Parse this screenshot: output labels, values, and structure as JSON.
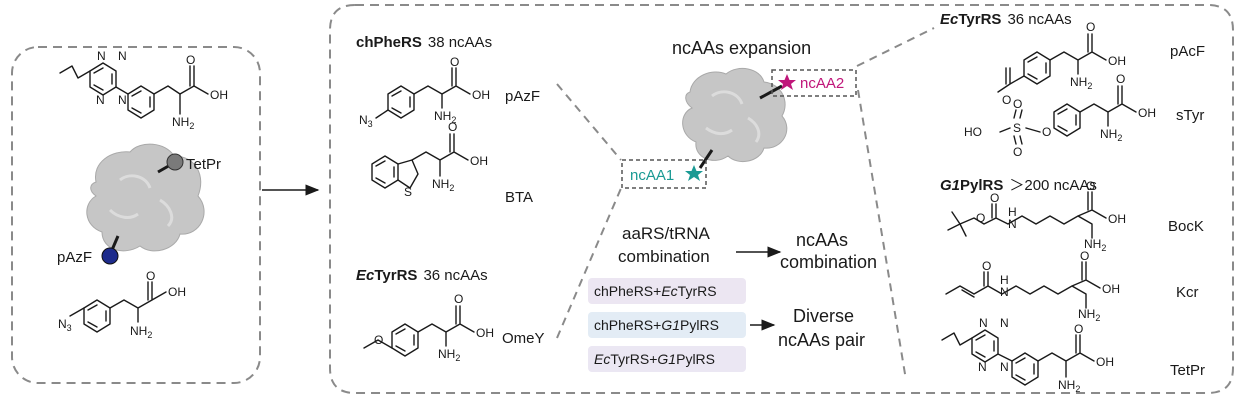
{
  "left_panel": {
    "labels": {
      "tetpr": "TetPr",
      "pazf": "pAzF"
    },
    "colors": {
      "tetpr_ball": "#7a7a7a",
      "pazf_ball": "#1d2b8c"
    }
  },
  "sections": {
    "chpheRS": {
      "name": "chPheRS",
      "count": "38 ncAAs",
      "items": [
        "pAzF",
        "BTA"
      ]
    },
    "ecTyrRS_mid": {
      "name_prefix": "Ec",
      "name_suffix": "TyrRS",
      "count": "36 ncAAs",
      "items": [
        "OmeY"
      ]
    },
    "ecTyrRS_right": {
      "name_prefix": "Ec",
      "name_suffix": "TyrRS",
      "count": "36 ncAAs",
      "items": [
        "pAcF",
        "sTyr"
      ]
    },
    "g1PylRS": {
      "name_prefix": "G1",
      "name_suffix": "PylRS",
      "count": "＞200 ncAAs",
      "items": [
        "BocK",
        "Kcr",
        "TetPr"
      ]
    }
  },
  "center": {
    "title": "ncAAs expansion",
    "ncaa1": "ncAA1",
    "ncaa2": "ncAA2",
    "aars_line1": "aaRS/tRNA",
    "aars_line2": "combination",
    "result1_line1": "ncAAs",
    "result1_line2": "combination",
    "pairs": [
      {
        "a": "chPheRS+",
        "b_it": "Ec",
        "b": "TyrRS"
      },
      {
        "a": "chPheRS+",
        "b_it": "G1",
        "b": "PylRS"
      },
      {
        "a_it": "Ec",
        "a": "TyrRS+",
        "b_it": "G1",
        "b": "PylRS"
      }
    ],
    "result2_line1": "Diverse",
    "result2_line2": "ncAAs pair"
  },
  "atoms": {
    "OH": "OH",
    "NH2": "NH",
    "two": "2",
    "N": "N",
    "N3": "N",
    "three": "3",
    "S": "S",
    "O": "O",
    "HO": "HO",
    "H": "H"
  },
  "colors": {
    "ncaa1": "#1a9a94",
    "ncaa2": "#c0167a",
    "chip1": "#ece6f2",
    "chip2": "#e3ecf5",
    "chip3": "#ebe7f3",
    "protein": "#c4c4c4"
  }
}
